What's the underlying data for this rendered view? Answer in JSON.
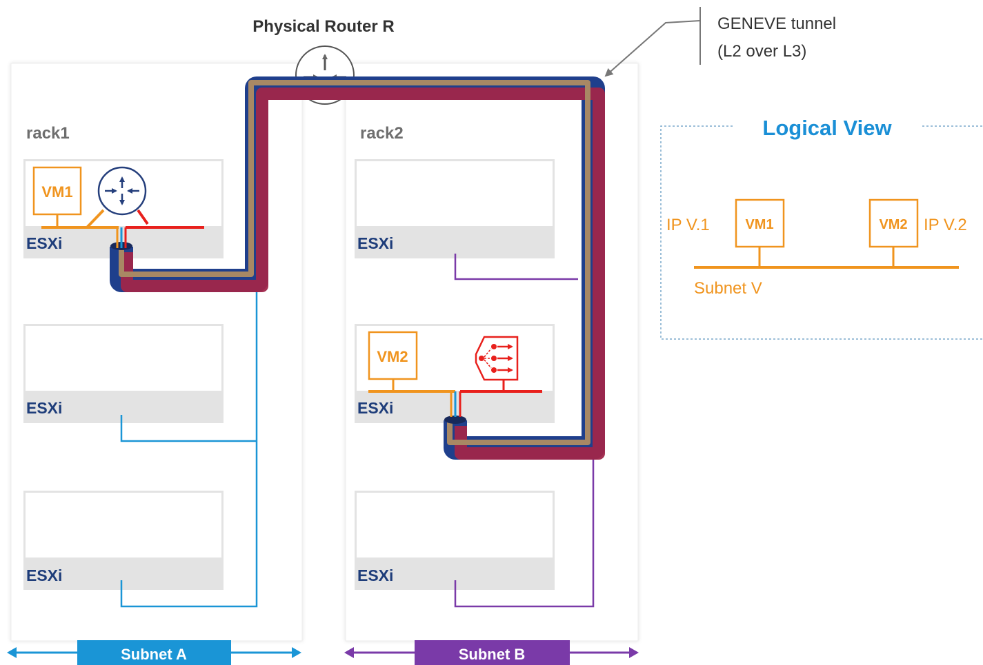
{
  "title": {
    "router": "Physical Router R",
    "tunnel_line1": "GENEVE tunnel",
    "tunnel_line2": "(L2 over L3)"
  },
  "racks": [
    {
      "label": "rack1",
      "hosts": [
        {
          "label": "ESXi",
          "vm": "VM1"
        },
        {
          "label": "ESXi"
        },
        {
          "label": "ESXi"
        }
      ]
    },
    {
      "label": "rack2",
      "hosts": [
        {
          "label": "ESXi"
        },
        {
          "label": "ESXi",
          "vm": "VM2"
        },
        {
          "label": "ESXi"
        }
      ]
    }
  ],
  "subnets": {
    "a": "Subnet A",
    "b": "Subnet B"
  },
  "logical_view": {
    "title": "Logical View",
    "vm1": "VM1",
    "vm2": "VM2",
    "ip1": "IP V.1",
    "ip2": "IP V.2",
    "subnet": "Subnet V"
  },
  "colors": {
    "orange": "#f0941e",
    "blue_link": "#1a95d6",
    "purple_link": "#7a3aa8",
    "tunnel_outer": "#1f3f8c",
    "tunnel_brown": "#a88864",
    "tunnel_red": "#a0264a",
    "router_navy": "#253f7c",
    "red_wire": "#e8201c",
    "host_gray": "#e3e3e3",
    "logical_title": "#1a8fd6",
    "subnet_a_fill": "#1a95d6",
    "subnet_b_fill": "#7a3aa8"
  }
}
